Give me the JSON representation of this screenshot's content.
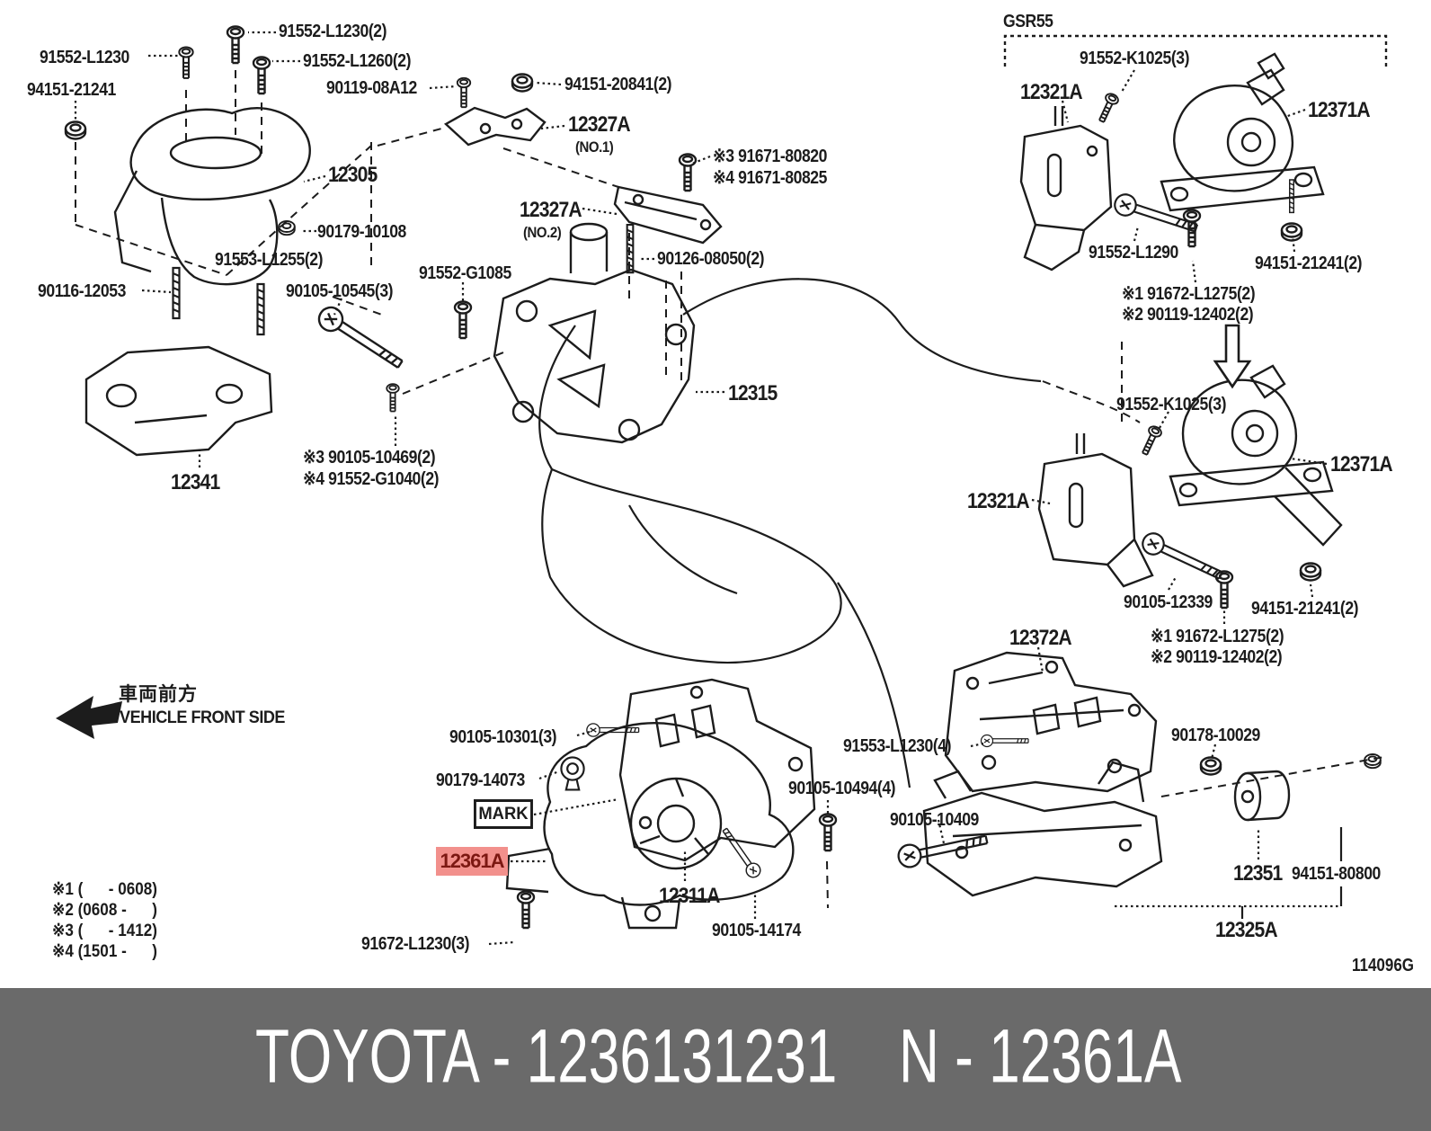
{
  "diagram": {
    "variant_label": "GSR55",
    "plate_code": "114096G",
    "front_note_jp": "車両前方",
    "front_note_en": "VEHICLE FRONT SIDE",
    "mark_label": "MARK",
    "highlight": {
      "text": "12361A"
    },
    "legend": [
      {
        "text": "※1 (      - 0608)"
      },
      {
        "text": "※2 (0608 -      )"
      },
      {
        "text": "※3 (      - 1412)"
      },
      {
        "text": "※4 (1501 -      )"
      }
    ],
    "part_labels": [
      {
        "text": "91552-L1230"
      },
      {
        "text": "94151-21241"
      },
      {
        "text": "91552-L1230(2)"
      },
      {
        "text": "91552-L1260(2)"
      },
      {
        "text": "90119-08A12"
      },
      {
        "text": "94151-20841(2)"
      },
      {
        "text": "12327A"
      },
      {
        "text": "(NO.1)"
      },
      {
        "text": "12305"
      },
      {
        "text": "※3 91671-80820"
      },
      {
        "text": "※4 91671-80825"
      },
      {
        "text": "12327A"
      },
      {
        "text": "(NO.2)"
      },
      {
        "text": "90179-10108"
      },
      {
        "text": "91553-L1255(2)"
      },
      {
        "text": "90126-08050(2)"
      },
      {
        "text": "90116-12053"
      },
      {
        "text": "90105-10545(3)"
      },
      {
        "text": "91552-G1085"
      },
      {
        "text": "12341"
      },
      {
        "text": "※3 90105-10469(2)"
      },
      {
        "text": "※4 91552-G1040(2)"
      },
      {
        "text": "12315"
      },
      {
        "text": "91552-K1025(3)"
      },
      {
        "text": "12321A"
      },
      {
        "text": "12371A"
      },
      {
        "text": "91552-L1290"
      },
      {
        "text": "94151-21241(2)"
      },
      {
        "text": "※1 91672-L1275(2)"
      },
      {
        "text": "※2 90119-12402(2)"
      },
      {
        "text": "91552-K1025(3)"
      },
      {
        "text": "12371A"
      },
      {
        "text": "12321A"
      },
      {
        "text": "90105-12339"
      },
      {
        "text": "94151-21241(2)"
      },
      {
        "text": "※1 91672-L1275(2)"
      },
      {
        "text": "※2 90119-12402(2)"
      },
      {
        "text": "12372A"
      },
      {
        "text": "90105-10301(3)"
      },
      {
        "text": "90179-14073"
      },
      {
        "text": "12311A"
      },
      {
        "text": "91672-L1230(3)"
      },
      {
        "text": "90105-14174"
      },
      {
        "text": "91553-L1230(4)"
      },
      {
        "text": "90105-10494(4)"
      },
      {
        "text": "90105-10409"
      },
      {
        "text": "90178-10029"
      },
      {
        "text": "12351"
      },
      {
        "text": "94151-80800"
      },
      {
        "text": "12325A"
      }
    ]
  },
  "footer": {
    "left": "TOYOTA - 1236131231",
    "right": "N - 12361A"
  },
  "colors": {
    "ink": "#1c1c1c",
    "highlight_bg": "#f2908c",
    "highlight_fg": "#7c1812",
    "footer_bg": "#6a6a6a",
    "footer_fg": "#ffffff"
  }
}
